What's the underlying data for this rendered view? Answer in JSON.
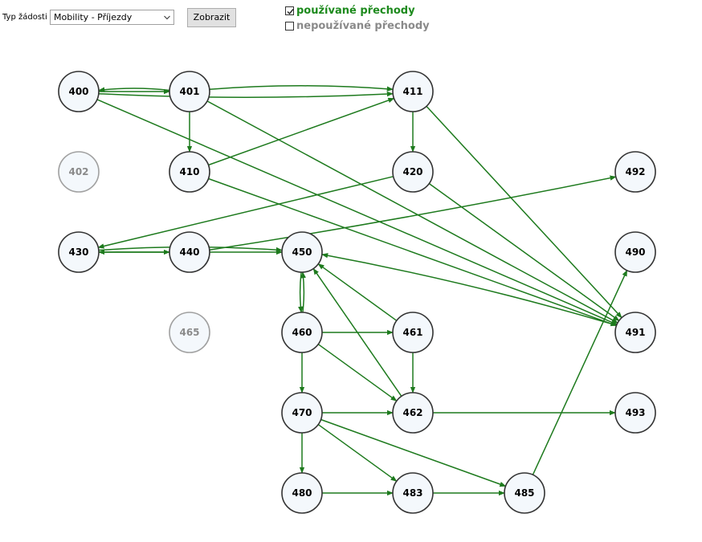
{
  "toolbar": {
    "type_label": "Typ žádosti",
    "selected_type": "Mobility - Příjezdy",
    "show_button": "Zobrazit"
  },
  "filters": {
    "used": {
      "label": "používané přechody",
      "checked": true,
      "color": "#1d8a1d"
    },
    "unused": {
      "label": "nepoužívané přechody",
      "checked": false,
      "color": "#8a8a8a"
    }
  },
  "colors": {
    "edge": "#1d7a1d",
    "node_fill": "#f4f8fc",
    "node_stroke_active": "#333333",
    "node_stroke_inactive": "#a0a0a0",
    "text_inactive": "#8a8a8a"
  },
  "graph": {
    "nodes": [
      {
        "id": "400",
        "label": "400",
        "active": true
      },
      {
        "id": "401",
        "label": "401",
        "active": true
      },
      {
        "id": "411",
        "label": "411",
        "active": true
      },
      {
        "id": "402",
        "label": "402",
        "active": false
      },
      {
        "id": "410",
        "label": "410",
        "active": true
      },
      {
        "id": "420",
        "label": "420",
        "active": true
      },
      {
        "id": "492",
        "label": "492",
        "active": true
      },
      {
        "id": "430",
        "label": "430",
        "active": true
      },
      {
        "id": "440",
        "label": "440",
        "active": true
      },
      {
        "id": "450",
        "label": "450",
        "active": true
      },
      {
        "id": "490",
        "label": "490",
        "active": true
      },
      {
        "id": "465",
        "label": "465",
        "active": false
      },
      {
        "id": "460",
        "label": "460",
        "active": true
      },
      {
        "id": "461",
        "label": "461",
        "active": true
      },
      {
        "id": "491",
        "label": "491",
        "active": true
      },
      {
        "id": "470",
        "label": "470",
        "active": true
      },
      {
        "id": "462",
        "label": "462",
        "active": true
      },
      {
        "id": "493",
        "label": "493",
        "active": true
      },
      {
        "id": "480",
        "label": "480",
        "active": true
      },
      {
        "id": "483",
        "label": "483",
        "active": true
      },
      {
        "id": "485",
        "label": "485",
        "active": true
      }
    ],
    "edges": [
      {
        "from": "400",
        "to": "401"
      },
      {
        "from": "401",
        "to": "400"
      },
      {
        "from": "401",
        "to": "411"
      },
      {
        "from": "400",
        "to": "411"
      },
      {
        "from": "401",
        "to": "410"
      },
      {
        "from": "410",
        "to": "411"
      },
      {
        "from": "400",
        "to": "491"
      },
      {
        "from": "401",
        "to": "491"
      },
      {
        "from": "411",
        "to": "420"
      },
      {
        "from": "411",
        "to": "491"
      },
      {
        "from": "420",
        "to": "430"
      },
      {
        "from": "420",
        "to": "491"
      },
      {
        "from": "410",
        "to": "491"
      },
      {
        "from": "440",
        "to": "492"
      },
      {
        "from": "430",
        "to": "440"
      },
      {
        "from": "440",
        "to": "430"
      },
      {
        "from": "440",
        "to": "450"
      },
      {
        "from": "430",
        "to": "450"
      },
      {
        "from": "491",
        "to": "450"
      },
      {
        "from": "450",
        "to": "460"
      },
      {
        "from": "460",
        "to": "450"
      },
      {
        "from": "461",
        "to": "450"
      },
      {
        "from": "462",
        "to": "450"
      },
      {
        "from": "460",
        "to": "461"
      },
      {
        "from": "460",
        "to": "462"
      },
      {
        "from": "461",
        "to": "462"
      },
      {
        "from": "460",
        "to": "470"
      },
      {
        "from": "470",
        "to": "462"
      },
      {
        "from": "462",
        "to": "493"
      },
      {
        "from": "470",
        "to": "480"
      },
      {
        "from": "470",
        "to": "483"
      },
      {
        "from": "470",
        "to": "485"
      },
      {
        "from": "480",
        "to": "483"
      },
      {
        "from": "483",
        "to": "485"
      },
      {
        "from": "485",
        "to": "490"
      }
    ]
  }
}
